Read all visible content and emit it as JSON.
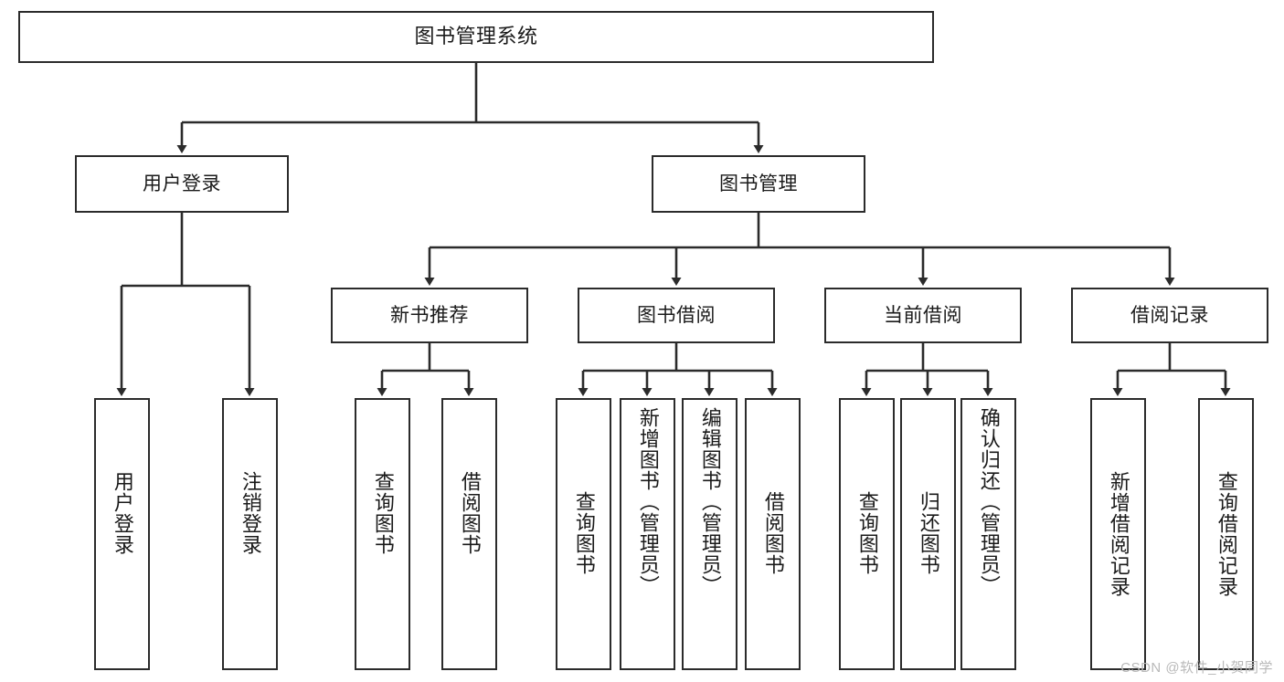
{
  "diagram": {
    "title": "图书管理系统",
    "type": "hierarchy-tree",
    "root": {
      "label": "图书管理系统"
    },
    "level2": [
      {
        "label": "用户登录"
      },
      {
        "label": "图书管理"
      }
    ],
    "level3": [
      {
        "label": "新书推荐"
      },
      {
        "label": "图书借阅"
      },
      {
        "label": "当前借阅"
      },
      {
        "label": "借阅记录"
      }
    ],
    "leaves_user_login": [
      {
        "label": "用户登录"
      },
      {
        "label": "注销登录"
      }
    ],
    "leaves_new_book": [
      {
        "label": "查询图书"
      },
      {
        "label": "借阅图书"
      }
    ],
    "leaves_borrow": [
      {
        "label": "查询图书"
      },
      {
        "label": "新增图书（管理员）"
      },
      {
        "label": "编辑图书（管理员）"
      },
      {
        "label": "借阅图书"
      }
    ],
    "leaves_current": [
      {
        "label": "查询图书"
      },
      {
        "label": "归还图书"
      },
      {
        "label": "确认归还（管理员）"
      }
    ],
    "leaves_records": [
      {
        "label": "新增借阅记录"
      },
      {
        "label": "查询借阅记录"
      }
    ]
  },
  "watermark": "CSDN @软件_小贺同学",
  "colors": {
    "stroke": "#2b2b2b",
    "fill": "#ffffff",
    "text": "#1a1a1a",
    "watermark": "#b9b9b9"
  }
}
